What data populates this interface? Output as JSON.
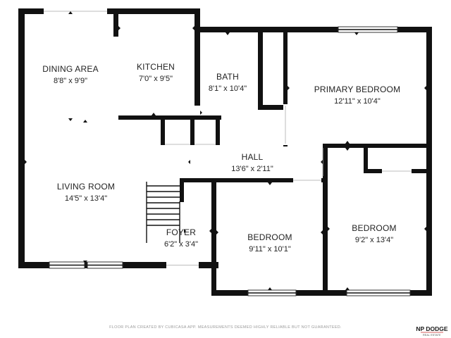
{
  "rooms": {
    "dining": {
      "name": "DINING AREA",
      "dim": "8'8\" x 9'9\""
    },
    "kitchen": {
      "name": "KITCHEN",
      "dim": "7'0\" x 9'5\""
    },
    "bath": {
      "name": "BATH",
      "dim": "8'1\" x 10'4\""
    },
    "primary": {
      "name": "PRIMARY BEDROOM",
      "dim": "12'11\" x 10'4\""
    },
    "hall": {
      "name": "HALL",
      "dim": "13'6\" x 2'11\""
    },
    "living": {
      "name": "LIVING ROOM",
      "dim": "14'5\" x 13'4\""
    },
    "foyer": {
      "name": "FOYER",
      "dim": "6'2\" x 3'4\""
    },
    "bedroom1": {
      "name": "BEDROOM",
      "dim": "9'11\" x 10'1\""
    },
    "bedroom2": {
      "name": "BEDROOM",
      "dim": "9'2\" x 13'4\""
    }
  },
  "footer": {
    "note": "FLOOR PLAN CREATED BY CUBICASA APP. MEASUREMENTS DEEMED HIGHLY RELIABLE BUT NOT GUARANTEED."
  },
  "brand": {
    "name": "NP DODGE",
    "tagline": "REAL ESTATE"
  },
  "colors": {
    "wall": "#111111",
    "background": "#ffffff",
    "window_frame": "#333333",
    "note_text": "#9a9a9a",
    "brand_accent": "#c62828"
  }
}
